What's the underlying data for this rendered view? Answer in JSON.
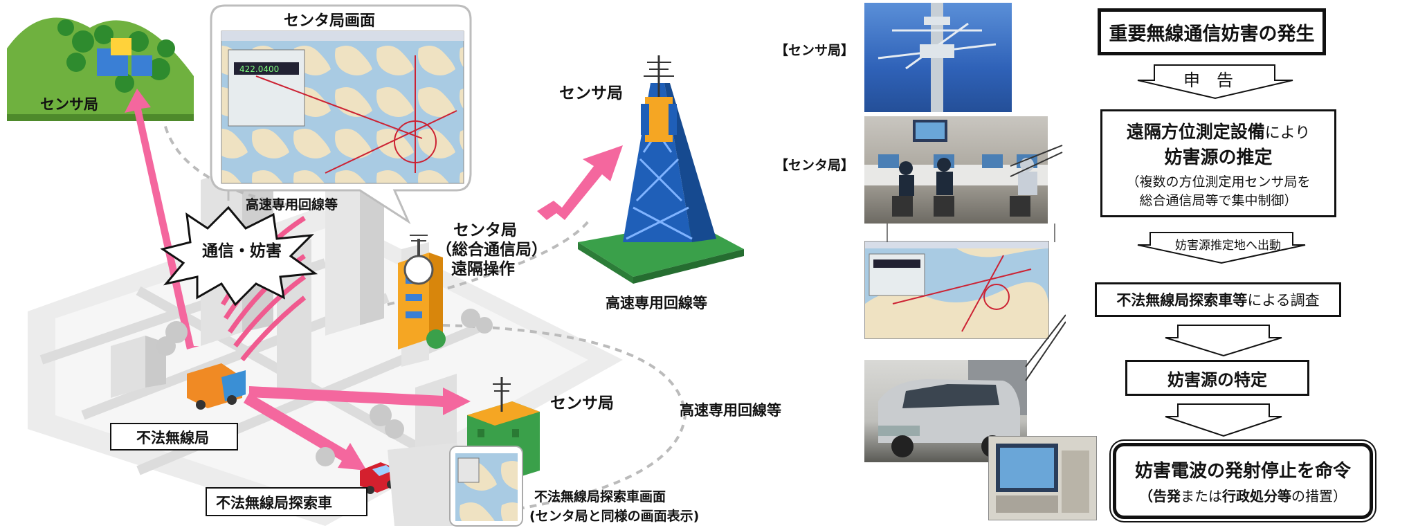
{
  "diagram": {
    "screen_title": "センタ局画面",
    "label_sensor_hill": "センサ局",
    "label_sensor_tower": "センサ局",
    "label_sensor_building": "センサ局",
    "label_highspeed_top": "高速専用回線等",
    "label_highspeed_mid": "高速専用回線等",
    "label_highspeed_right": "高速専用回線等",
    "label_center_line1": "センタ局",
    "label_center_line2": "（総合通信局）",
    "label_center_line3": "遠隔操作",
    "label_interference": "通信・妨害",
    "label_illegal_station": "不法無線局",
    "label_search_car": "不法無線局探索車",
    "label_car_screen_line1": "不法無線局探索車画面",
    "label_car_screen_line2": "(センタ局と同様の画面表示)",
    "screen_readout": "422.0400"
  },
  "photos": {
    "sensor_label": "【センサ局】",
    "center_label": "【センタ局】"
  },
  "flow": {
    "step1": "重要無線通信妨害の発生",
    "arrow1": "申　告",
    "step2_bold": "遠隔方位測定設備",
    "step2_normal": "により",
    "step2_line2": "妨害源の推定",
    "step2_line3": "（複数の方位測定用センサ局を",
    "step2_line4": "総合通信局等で集中制御）",
    "arrow2": "妨害源推定地へ出動",
    "step3_bold": "不法無線局探索車等",
    "step3_normal": "による調査",
    "step4": "妨害源の特定",
    "step5_line1": "妨害電波の発射停止を命令",
    "step5_open": "（",
    "step5_bold1": "告発",
    "step5_mid": "または",
    "step5_bold2": "行政処分等",
    "step5_close": "の措置）"
  },
  "colors": {
    "pink": "#f4679e",
    "tower_blue": "#1f5fb8",
    "grass": "#5aa33a",
    "map_sea": "#a9cbe3",
    "map_land": "#efe2c2"
  }
}
